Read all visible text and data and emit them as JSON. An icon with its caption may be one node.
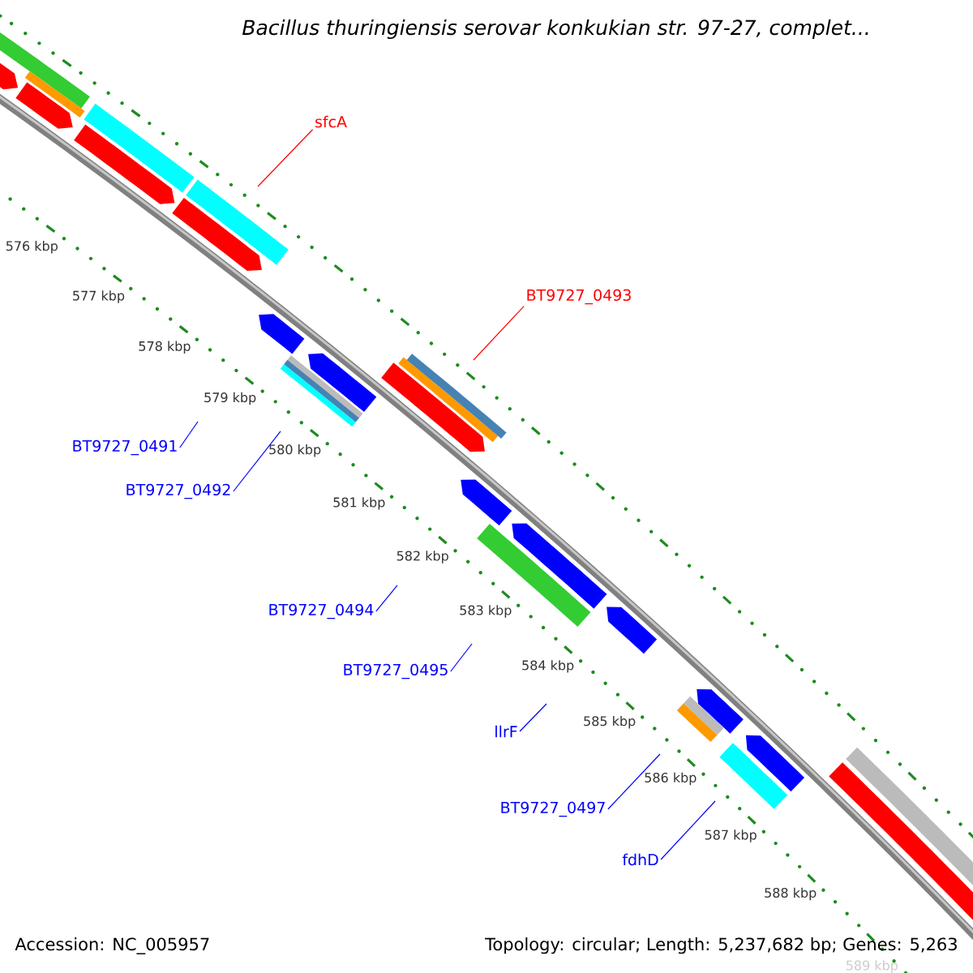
{
  "diagram": {
    "title": "Bacillus thuringiensis serovar konkukian str. 97-27, complet...",
    "nodes": [
      {
        "text": [
          "sfcA"
        ]
      },
      {
        "text": [
          "BT9727_0493"
        ]
      },
      {
        "text": [
          "BT9727_0491"
        ]
      },
      {
        "text": [
          "BT9727_0492"
        ]
      },
      {
        "text": [
          "BT9727_0494"
        ]
      },
      {
        "text": [
          "BT9727_0495"
        ]
      },
      {
        "text": [
          "llrF"
        ]
      },
      {
        "text": [
          "BT9727_0497"
        ]
      },
      {
        "text": [
          "fdhD"
        ]
      }
    ],
    "edges": [
      {
        "from": 0,
        "to": null,
        "arrow": "none",
        "color": "#ff0000"
      },
      {
        "from": 1,
        "to": null,
        "arrow": "none",
        "color": "#ff0000"
      },
      {
        "from": 2,
        "to": null,
        "arrow": "none"
      },
      {
        "from": 3,
        "to": null,
        "arrow": "none"
      },
      {
        "from": 4,
        "to": null,
        "arrow": "none"
      },
      {
        "from": 5,
        "to": null,
        "arrow": "none"
      },
      {
        "from": 6,
        "to": null,
        "arrow": "none"
      },
      {
        "from": 7,
        "to": null,
        "arrow": "none"
      },
      {
        "from": 8,
        "to": null,
        "arrow": "none"
      }
    ],
    "labels": [
      "576 kbp",
      "577 kbp",
      "578 kbp",
      "579 kbp",
      "580 kbp",
      "581 kbp",
      "582 kbp",
      "583 kbp",
      "584 kbp",
      "585 kbp",
      "586 kbp",
      "587 kbp",
      "588 kbp",
      "589 kbp",
      "Accession: NC_005957",
      "Topology: circular; Length: 5,237,682 bp; Genes: 5,263"
    ]
  }
}
